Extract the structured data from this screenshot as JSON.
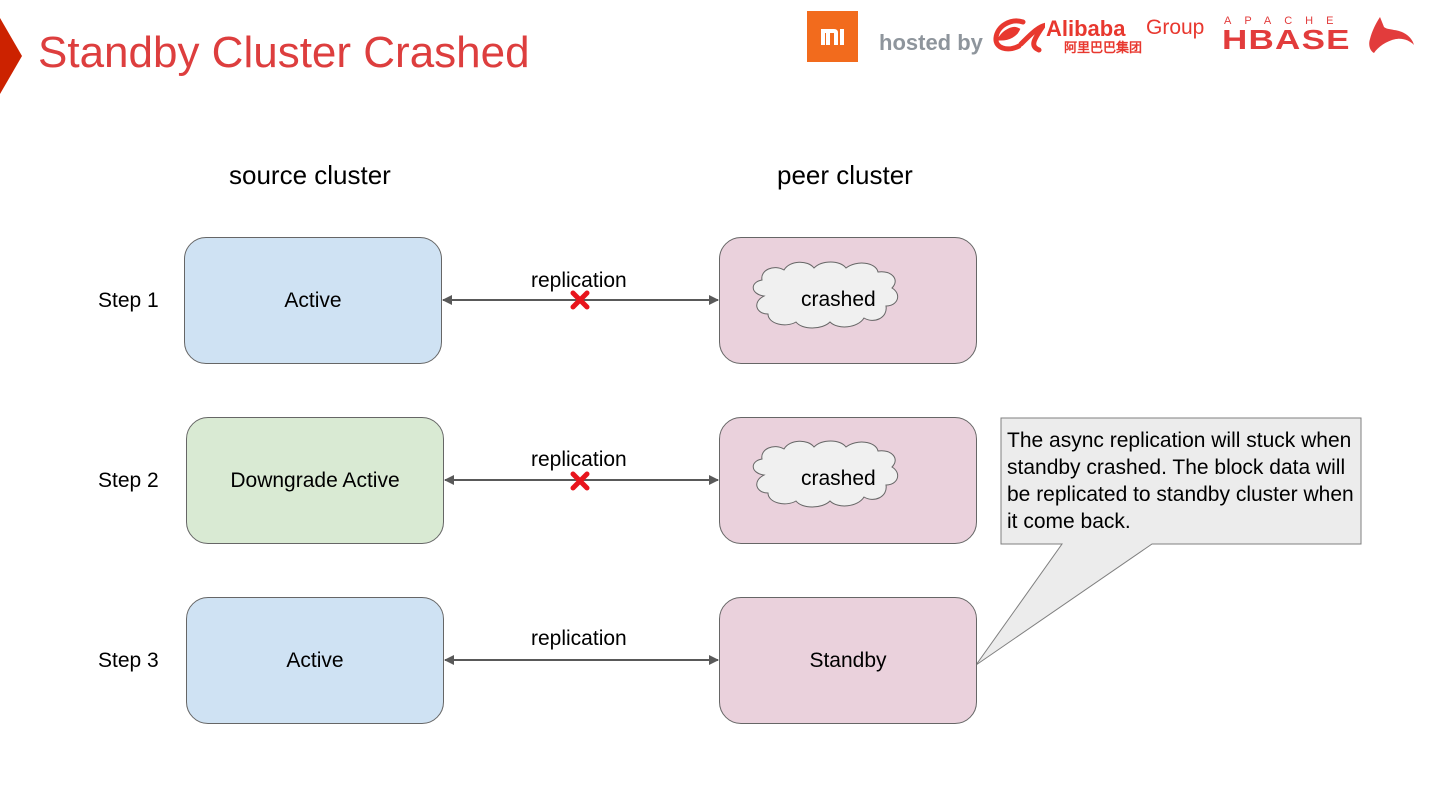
{
  "slide": {
    "title": "Standby Cluster Crashed",
    "accent_color": "#dd3e3e"
  },
  "header": {
    "mi_logo_text": "mi",
    "hosted_by": "hosted by",
    "alibaba_name": "Alibaba",
    "alibaba_group": "Group",
    "alibaba_chinese": "阿里巴巴集团",
    "apache": "APACHE",
    "hbase": "HBASE"
  },
  "columns": {
    "source": "source cluster",
    "peer": "peer cluster"
  },
  "steps": [
    {
      "label": "Step 1",
      "source_state": "Active",
      "source_color": "#cfe2f3",
      "link_label": "replication",
      "link_broken": true,
      "peer_state": "crashed",
      "peer_crashed": true
    },
    {
      "label": "Step 2",
      "source_state": "Downgrade Active",
      "source_color": "#d9ead3",
      "link_label": "replication",
      "link_broken": true,
      "peer_state": "crashed",
      "peer_crashed": true
    },
    {
      "label": "Step 3",
      "source_state": "Active",
      "source_color": "#cfe2f3",
      "link_label": "replication",
      "link_broken": false,
      "peer_state": "Standby",
      "peer_crashed": false
    }
  ],
  "callout": {
    "text": "The async replication will stuck when standby crashed. The block data will be replicated to standby cluster when it come back."
  },
  "icons": {
    "broken_link": "red-x-icon",
    "crashed": "cloud-icon"
  }
}
